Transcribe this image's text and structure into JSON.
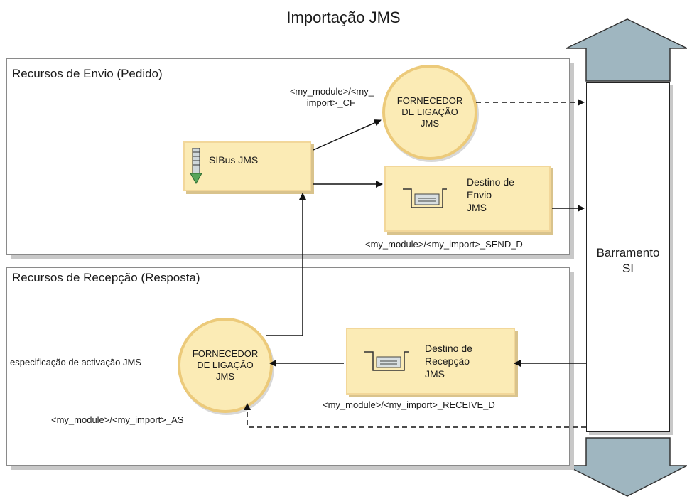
{
  "title": "Importação JMS",
  "send_section": {
    "label": "Recursos de Envio (Pedido)"
  },
  "receive_section": {
    "label": "Recursos de Recepção (Resposta)"
  },
  "bus": {
    "line1": "Barramento",
    "line2": "SI"
  },
  "sibus": {
    "label": "SIBus JMS"
  },
  "send_provider": {
    "line1": "FORNECEDOR",
    "line2": "DE LIGAÇÃO",
    "line3": "JMS",
    "cf_line1": "<my_module>/<my_",
    "cf_line2": "import>_CF"
  },
  "send_dest": {
    "line1": "Destino de",
    "line2": "Envio",
    "line3": "JMS",
    "name": "<my_module>/<my_import>_SEND_D"
  },
  "recv_provider": {
    "line1": "FORNECEDOR",
    "line2": "DE LIGAÇÃO",
    "line3": "JMS",
    "spec": "especificação de activação JMS",
    "as": "<my_module>/<my_import>_AS"
  },
  "recv_dest": {
    "line1": "Destino de",
    "line2": "Recepção",
    "line3": "JMS",
    "name": "<my_module>/<my_import>_RECEIVE_D"
  },
  "colors": {
    "card_fill": "#fbebb5",
    "circle_border": "#ecca7a",
    "arrow_fill": "#9fb6c0",
    "icon_green": "#57a55a"
  }
}
